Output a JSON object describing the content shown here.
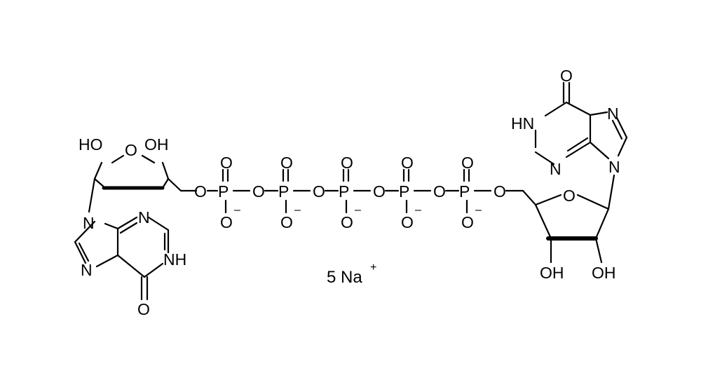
{
  "atoms": {
    "O": "O",
    "P": "P",
    "N": "N",
    "HN": "HN",
    "NH": "NH",
    "HO": "HO",
    "OH": "OH",
    "charge": "–",
    "plus": "+"
  },
  "counterion": "5 Na"
}
